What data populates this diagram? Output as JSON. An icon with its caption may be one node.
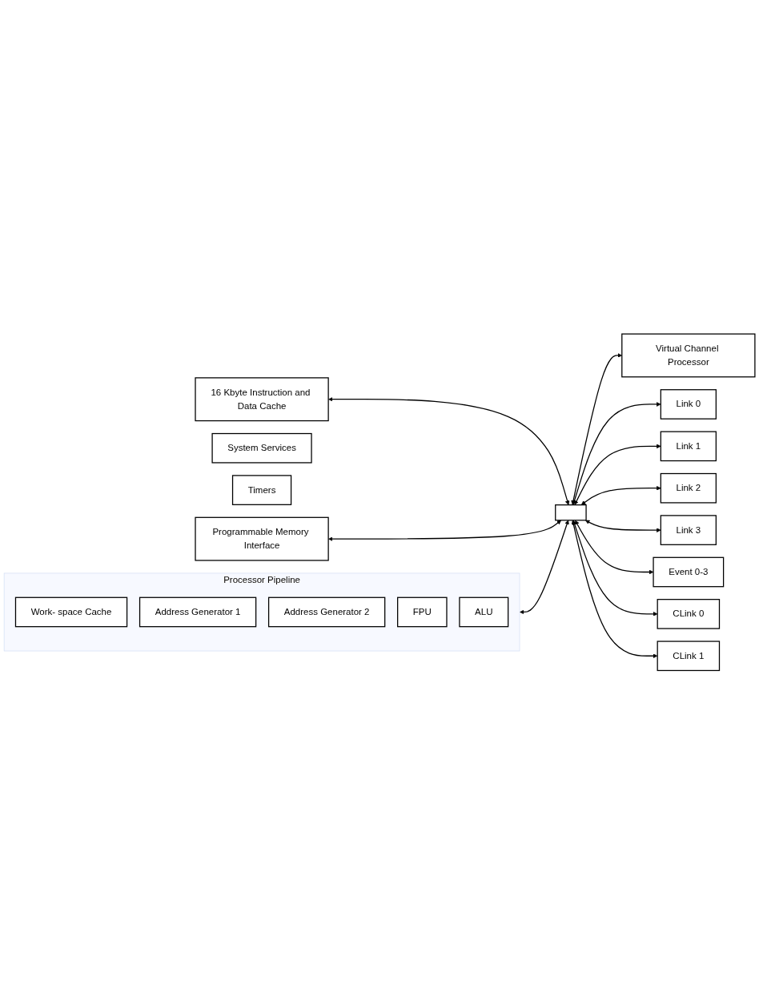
{
  "diagram": {
    "nodes": [
      {
        "text": [
          "Processor Pipeline"
        ]
      },
      {
        "text": [
          "Work- space Cache"
        ],
        "in": 0
      },
      {
        "text": [
          "Address Generator 1"
        ],
        "in": 0
      },
      {
        "text": [
          "Address Generator 2"
        ],
        "in": 0
      },
      {
        "text": [
          "FPU"
        ],
        "in": 0
      },
      {
        "text": [
          "ALU"
        ],
        "in": 0
      },
      {
        "text": [
          "System Services"
        ]
      },
      {
        "text": [
          "Timers"
        ]
      },
      {
        "text": [
          "16 Kbyte Instruction and Data Cache"
        ]
      },
      {
        "text": [
          "Programmable Memory Interface"
        ]
      },
      {
        "text": [],
        "shape": "bar"
      },
      {
        "text": [
          "Virtual Channel Processor"
        ]
      },
      {
        "text": [
          "Link 0"
        ]
      },
      {
        "text": [
          "Link 1"
        ]
      },
      {
        "text": [
          "Link 2"
        ]
      },
      {
        "text": [
          "Link 3"
        ]
      },
      {
        "text": [
          "Event 0-3"
        ]
      },
      {
        "text": [
          "CLink 0"
        ]
      },
      {
        "text": [
          "CLink 1"
        ]
      }
    ],
    "edges": [
      {
        "from": 0,
        "to": 10,
        "arrow": "both"
      },
      {
        "from": 8,
        "to": 10,
        "arrow": "both"
      },
      {
        "from": 9,
        "to": 10,
        "arrow": "both"
      },
      {
        "from": 10,
        "to": 11,
        "arrow": "both"
      },
      {
        "from": 10,
        "to": 12,
        "arrow": "both"
      },
      {
        "from": 10,
        "to": 13,
        "arrow": "both"
      },
      {
        "from": 10,
        "to": 14,
        "arrow": "both"
      },
      {
        "from": 10,
        "to": 15,
        "arrow": "both"
      },
      {
        "from": 10,
        "to": 16,
        "arrow": "both"
      },
      {
        "from": 10,
        "to": 17,
        "arrow": "both"
      },
      {
        "from": 10,
        "to": 18,
        "arrow": "both"
      }
    ]
  }
}
